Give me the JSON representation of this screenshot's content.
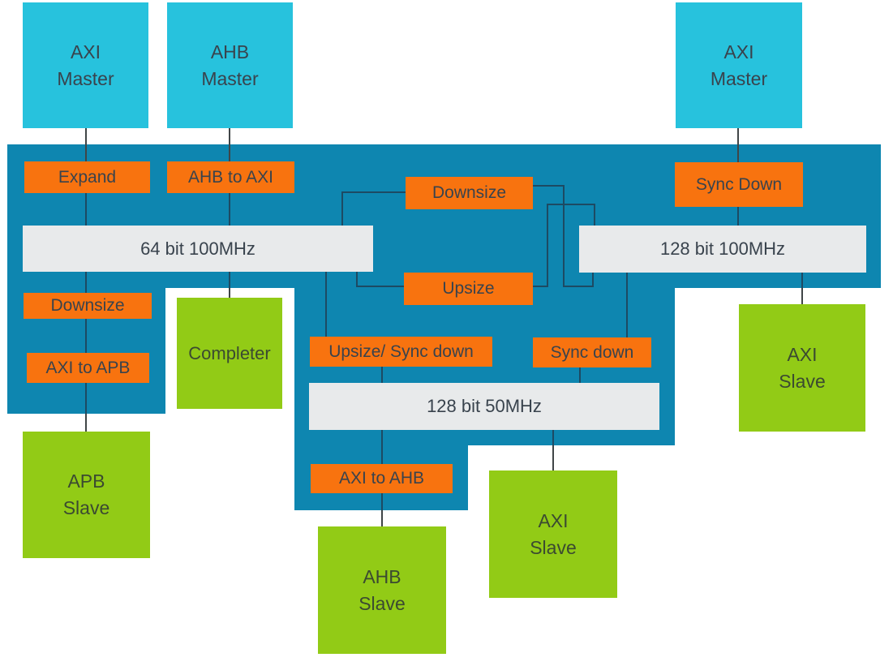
{
  "colors": {
    "background": "#ffffff",
    "interconnect_fill": "#0e86b0",
    "master_fill": "#27c2dd",
    "bridge_fill": "#f8730f",
    "slave_fill": "#92cb16",
    "bus_fill": "#e8eaeb",
    "wire_on_interconnect": "#1d4a63",
    "wire_on_background": "#404547",
    "text_dark": "#39434d",
    "text_on_slave": "#3b4a31"
  },
  "diagram": {
    "masters": {
      "axi_left": "AXI\nMaster",
      "ahb": "AHB\nMaster",
      "axi_right": "AXI\nMaster"
    },
    "bridges": {
      "expand": "Expand",
      "ahb_to_axi": "AHB to AXI",
      "sync_down_right": "Sync Down",
      "downsize_center": "Downsize",
      "upsize": "Upsize",
      "downsize_left": "Downsize",
      "axi_to_apb": "AXI to APB",
      "upsize_sync_down": "Upsize/ Sync down",
      "sync_down_mid": "Sync down",
      "axi_to_ahb": "AXI to AHB"
    },
    "buses": {
      "bus_64_100": "64 bit 100MHz",
      "bus_128_100": "128 bit 100MHz",
      "bus_128_50": "128 bit 50MHz"
    },
    "slaves": {
      "completer": "Completer",
      "apb": "APB\nSlave",
      "ahb": "AHB\nSlave",
      "axi_center": "AXI\nSlave",
      "axi_right": "AXI\nSlave"
    }
  }
}
